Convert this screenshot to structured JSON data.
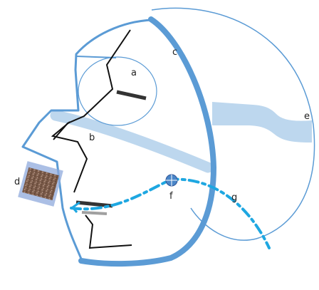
{
  "colors": {
    "outline": "#5b9bd5",
    "band": "#bdd7ee",
    "wire": "#111111",
    "plate": "#333333",
    "plate_light": "#a0a0a0",
    "dashed_line": "#1ea7e1",
    "marker_fill": "#4a86c8",
    "marker_stroke": "#2f5597",
    "sample_frame": "#8faadc",
    "sample_tile": "#7a5a48"
  },
  "labels": {
    "a": "a",
    "b": "b",
    "c": "c",
    "d": "d",
    "e": "e",
    "f": "f",
    "g": "g"
  }
}
